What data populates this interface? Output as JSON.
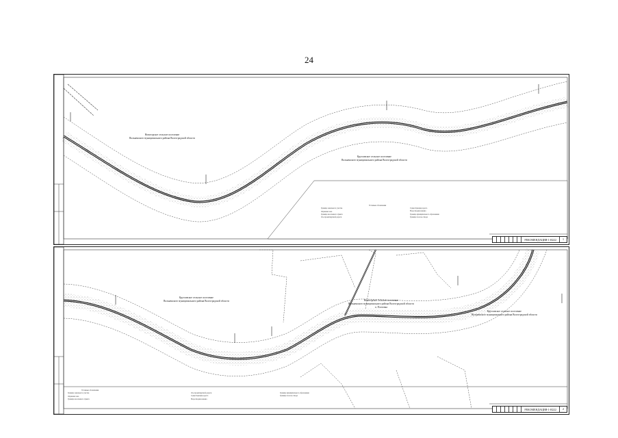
{
  "page": {
    "number": "24"
  },
  "sheets": [
    {
      "labels": {
        "region_left": "Новогорское сельское поселение\nВольненского муниципального района Волгоградской области",
        "region_right": "Кругловское сельское поселение\nВольненского муниципального района Волгоградской области"
      },
      "stamp": {
        "code": "РЕКОМЕНДАЦИЯ-1-И222",
        "sheet": "1"
      }
    },
    {
      "labels": {
        "region_left": "Кругловское сельское поселение\nВольненского муниципального района Волгоградской области",
        "region_center": "Новогорское сельское поселение\nВольненского муниципального района Волгоградской области\nп. Плотовка",
        "region_right": "Кругловское сельское поселение\nВольненского муниципального района Волгоградской области"
      },
      "stamp": {
        "code": "РЕКОМЕНДАЦИЯ-1-И222",
        "sheet": "2"
      }
    }
  ],
  "legend": {
    "title": "Условные обозначения",
    "items": [
      "Граница земельного участка",
      "Охранная зона",
      "Граница населенного пункта",
      "Ось проектируемой дороги",
      "Существующая дорога",
      "Водоотводная канава",
      "Граница муниципального образования",
      "Граница полосы отвода"
    ]
  }
}
